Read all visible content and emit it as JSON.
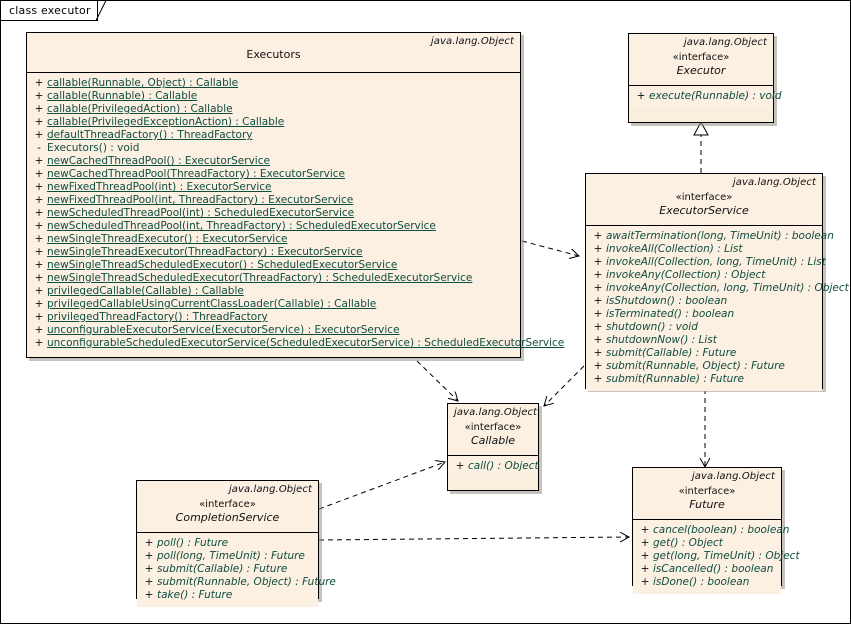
{
  "diagram": {
    "frame_label": "class executor",
    "parent_label": "java.lang.Object",
    "stereotype_interface": "«interface»",
    "colors": {
      "box_fill": "#fbf0e2",
      "box_border": "#000000",
      "op_text": "#0f4d3f",
      "shadow": "#969188"
    }
  },
  "classes": {
    "executors": {
      "parent": "java.lang.Object",
      "name": "Executors",
      "kind": "class",
      "operations": [
        {
          "vis": "+",
          "sig": "callable(Runnable, Object) : Callable",
          "static": true
        },
        {
          "vis": "+",
          "sig": "callable(Runnable) : Callable",
          "static": true
        },
        {
          "vis": "+",
          "sig": "callable(PrivilegedAction) : Callable",
          "static": true
        },
        {
          "vis": "+",
          "sig": "callable(PrivilegedExceptionAction) : Callable",
          "static": true
        },
        {
          "vis": "+",
          "sig": "defaultThreadFactory() : ThreadFactory",
          "static": true
        },
        {
          "vis": "-",
          "sig": "Executors() : void",
          "static": false
        },
        {
          "vis": "+",
          "sig": "newCachedThreadPool() : ExecutorService",
          "static": true
        },
        {
          "vis": "+",
          "sig": "newCachedThreadPool(ThreadFactory) : ExecutorService",
          "static": true
        },
        {
          "vis": "+",
          "sig": "newFixedThreadPool(int) : ExecutorService",
          "static": true
        },
        {
          "vis": "+",
          "sig": "newFixedThreadPool(int, ThreadFactory) : ExecutorService",
          "static": true
        },
        {
          "vis": "+",
          "sig": "newScheduledThreadPool(int) : ScheduledExecutorService",
          "static": true
        },
        {
          "vis": "+",
          "sig": "newScheduledThreadPool(int, ThreadFactory) : ScheduledExecutorService",
          "static": true
        },
        {
          "vis": "+",
          "sig": "newSingleThreadExecutor() : ExecutorService",
          "static": true
        },
        {
          "vis": "+",
          "sig": "newSingleThreadExecutor(ThreadFactory) : ExecutorService",
          "static": true
        },
        {
          "vis": "+",
          "sig": "newSingleThreadScheduledExecutor() : ScheduledExecutorService",
          "static": true
        },
        {
          "vis": "+",
          "sig": "newSingleThreadScheduledExecutor(ThreadFactory) : ScheduledExecutorService",
          "static": true
        },
        {
          "vis": "+",
          "sig": "privilegedCallable(Callable) : Callable",
          "static": true
        },
        {
          "vis": "+",
          "sig": "privilegedCallableUsingCurrentClassLoader(Callable) : Callable",
          "static": true
        },
        {
          "vis": "+",
          "sig": "privilegedThreadFactory() : ThreadFactory",
          "static": true
        },
        {
          "vis": "+",
          "sig": "unconfigurableExecutorService(ExecutorService) : ExecutorService",
          "static": true
        },
        {
          "vis": "+",
          "sig": "unconfigurableScheduledExecutorService(ScheduledExecutorService) : ScheduledExecutorService",
          "static": true
        }
      ]
    },
    "executor": {
      "parent": "java.lang.Object",
      "stereotype": "«interface»",
      "name": "Executor",
      "kind": "interface",
      "operations": [
        {
          "vis": "+",
          "sig": "execute(Runnable) : void",
          "abstract": true
        }
      ]
    },
    "executor_service": {
      "parent": "java.lang.Object",
      "stereotype": "«interface»",
      "name": "ExecutorService",
      "kind": "interface",
      "operations": [
        {
          "vis": "+",
          "sig": "awaitTermination(long, TimeUnit) : boolean",
          "abstract": true
        },
        {
          "vis": "+",
          "sig": "invokeAll(Collection) : List",
          "abstract": true
        },
        {
          "vis": "+",
          "sig": "invokeAll(Collection, long, TimeUnit) : List",
          "abstract": true
        },
        {
          "vis": "+",
          "sig": "invokeAny(Collection) : Object",
          "abstract": true
        },
        {
          "vis": "+",
          "sig": "invokeAny(Collection, long, TimeUnit) : Object",
          "abstract": true
        },
        {
          "vis": "+",
          "sig": "isShutdown() : boolean",
          "abstract": true
        },
        {
          "vis": "+",
          "sig": "isTerminated() : boolean",
          "abstract": true
        },
        {
          "vis": "+",
          "sig": "shutdown() : void",
          "abstract": true
        },
        {
          "vis": "+",
          "sig": "shutdownNow() : List",
          "abstract": true
        },
        {
          "vis": "+",
          "sig": "submit(Callable) : Future",
          "abstract": true
        },
        {
          "vis": "+",
          "sig": "submit(Runnable, Object) : Future",
          "abstract": true
        },
        {
          "vis": "+",
          "sig": "submit(Runnable) : Future",
          "abstract": true
        }
      ]
    },
    "callable": {
      "parent": "java.lang.Object",
      "stereotype": "«interface»",
      "name": "Callable",
      "kind": "interface",
      "operations": [
        {
          "vis": "+",
          "sig": "call() : Object",
          "abstract": true
        }
      ]
    },
    "completion_service": {
      "parent": "java.lang.Object",
      "stereotype": "«interface»",
      "name": "CompletionService",
      "kind": "interface",
      "operations": [
        {
          "vis": "+",
          "sig": "poll() : Future",
          "abstract": true
        },
        {
          "vis": "+",
          "sig": "poll(long, TimeUnit) : Future",
          "abstract": true
        },
        {
          "vis": "+",
          "sig": "submit(Callable) : Future",
          "abstract": true
        },
        {
          "vis": "+",
          "sig": "submit(Runnable, Object) : Future",
          "abstract": true
        },
        {
          "vis": "+",
          "sig": "take() : Future",
          "abstract": true
        }
      ]
    },
    "future": {
      "parent": "java.lang.Object",
      "stereotype": "«interface»",
      "name": "Future",
      "kind": "interface",
      "operations": [
        {
          "vis": "+",
          "sig": "cancel(boolean) : boolean",
          "abstract": true
        },
        {
          "vis": "+",
          "sig": "get() : Object",
          "abstract": true
        },
        {
          "vis": "+",
          "sig": "get(long, TimeUnit) : Object",
          "abstract": true
        },
        {
          "vis": "+",
          "sig": "isCancelled() : boolean",
          "abstract": true
        },
        {
          "vis": "+",
          "sig": "isDone() : boolean",
          "abstract": true
        }
      ]
    }
  },
  "relationships": [
    {
      "from": "ExecutorService",
      "to": "Executor",
      "type": "generalization"
    },
    {
      "from": "Executors",
      "to": "ExecutorService",
      "type": "dependency"
    },
    {
      "from": "Executors",
      "to": "Callable",
      "type": "dependency"
    },
    {
      "from": "ExecutorService",
      "to": "Callable",
      "type": "dependency"
    },
    {
      "from": "CompletionService",
      "to": "Callable",
      "type": "dependency"
    },
    {
      "from": "ExecutorService",
      "to": "Future",
      "type": "dependency"
    },
    {
      "from": "CompletionService",
      "to": "Future",
      "type": "dependency"
    }
  ]
}
